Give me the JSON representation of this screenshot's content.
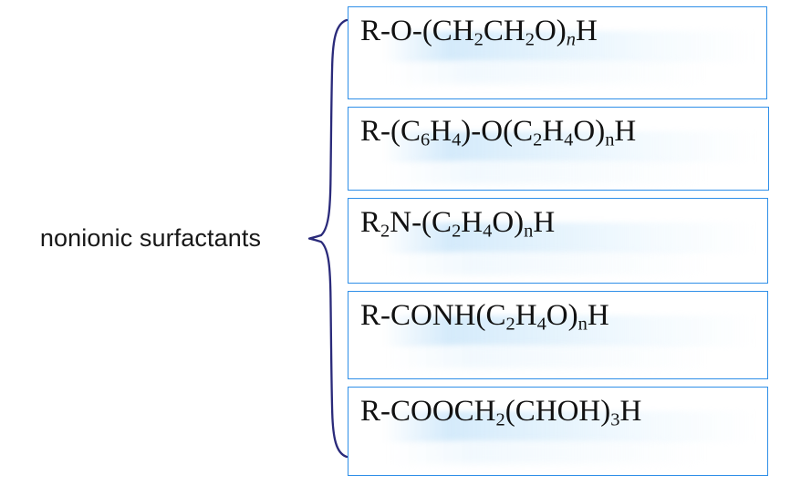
{
  "diagram": {
    "title": "nonionic surfactants classification",
    "category_label": "nonionic surfactants",
    "brace": {
      "name": "left-curly-brace",
      "color": "#2a2a7a"
    },
    "border_color": "#2f8fe8",
    "text_color": "#111111",
    "items": [
      {
        "id": "ethoxylated-alcohol",
        "formula_plain": "R-O-(CH2CH2O)nH",
        "parts": [
          {
            "t": "R-O-(CH",
            "k": "base"
          },
          {
            "t": "2",
            "k": "sub"
          },
          {
            "t": "CH",
            "k": "base"
          },
          {
            "t": "2",
            "k": "sub"
          },
          {
            "t": "O)",
            "k": "base"
          },
          {
            "t": "n",
            "k": "sub-italic"
          },
          {
            "t": "H",
            "k": "base"
          }
        ]
      },
      {
        "id": "ethoxylated-alkylphenol",
        "formula_plain": "R-(C6H4)-O(C2H4O)nH",
        "parts": [
          {
            "t": "R-(C",
            "k": "base"
          },
          {
            "t": "6",
            "k": "sub"
          },
          {
            "t": "H",
            "k": "base"
          },
          {
            "t": "4",
            "k": "sub"
          },
          {
            "t": ")-O(C",
            "k": "base"
          },
          {
            "t": "2",
            "k": "sub"
          },
          {
            "t": "H",
            "k": "base"
          },
          {
            "t": "4",
            "k": "sub"
          },
          {
            "t": "O)",
            "k": "base"
          },
          {
            "t": "n",
            "k": "sub"
          },
          {
            "t": "H",
            "k": "base"
          }
        ]
      },
      {
        "id": "ethoxylated-amine",
        "formula_plain": "R2N-(C2H4O)nH",
        "parts": [
          {
            "t": "R",
            "k": "base"
          },
          {
            "t": "2",
            "k": "sub"
          },
          {
            "t": "N-(C",
            "k": "base"
          },
          {
            "t": "2",
            "k": "sub"
          },
          {
            "t": "H",
            "k": "base"
          },
          {
            "t": "4",
            "k": "sub"
          },
          {
            "t": "O)",
            "k": "base"
          },
          {
            "t": "n",
            "k": "sub"
          },
          {
            "t": "H",
            "k": "base"
          }
        ]
      },
      {
        "id": "ethoxylated-amide",
        "formula_plain": "R-CONH(C2H4O)nH",
        "parts": [
          {
            "t": "R-CONH(C",
            "k": "base"
          },
          {
            "t": "2",
            "k": "sub"
          },
          {
            "t": "H",
            "k": "base"
          },
          {
            "t": "4",
            "k": "sub"
          },
          {
            "t": "O)",
            "k": "base"
          },
          {
            "t": "n",
            "k": "sub"
          },
          {
            "t": "H",
            "k": "base"
          }
        ]
      },
      {
        "id": "polyol-ester",
        "formula_plain": "R-COOCH2(CHOH)3H",
        "parts": [
          {
            "t": "R-COOCH",
            "k": "base"
          },
          {
            "t": "2",
            "k": "sub"
          },
          {
            "t": "(CHOH)",
            "k": "base"
          },
          {
            "t": "3",
            "k": "sub"
          },
          {
            "t": "H",
            "k": "base"
          }
        ]
      }
    ]
  }
}
